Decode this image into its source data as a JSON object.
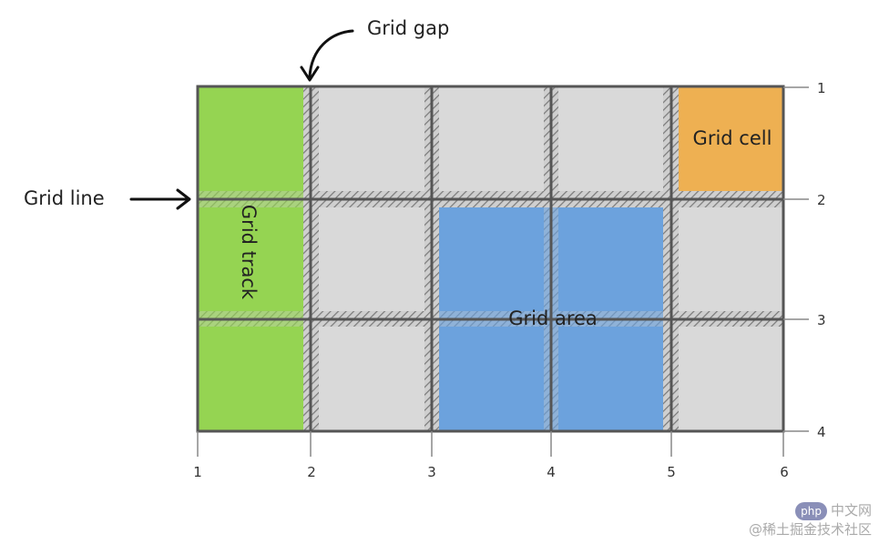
{
  "labels": {
    "grid_gap": "Grid gap",
    "grid_line": "Grid line",
    "grid_track": "Grid track",
    "grid_cell": "Grid cell",
    "grid_area": "Grid area"
  },
  "column_line_numbers": [
    "1",
    "2",
    "3",
    "4",
    "5",
    "6"
  ],
  "row_line_numbers": [
    "1",
    "2",
    "3",
    "4"
  ],
  "colors": {
    "track": "#95d452",
    "cell": "#eeb052",
    "area": "#6ca2dd",
    "grid_bg": "#d9d9d9",
    "line": "#555555"
  },
  "watermark": {
    "badge": "php",
    "site": "中文网",
    "credit": "@稀土掘金技术社区"
  }
}
